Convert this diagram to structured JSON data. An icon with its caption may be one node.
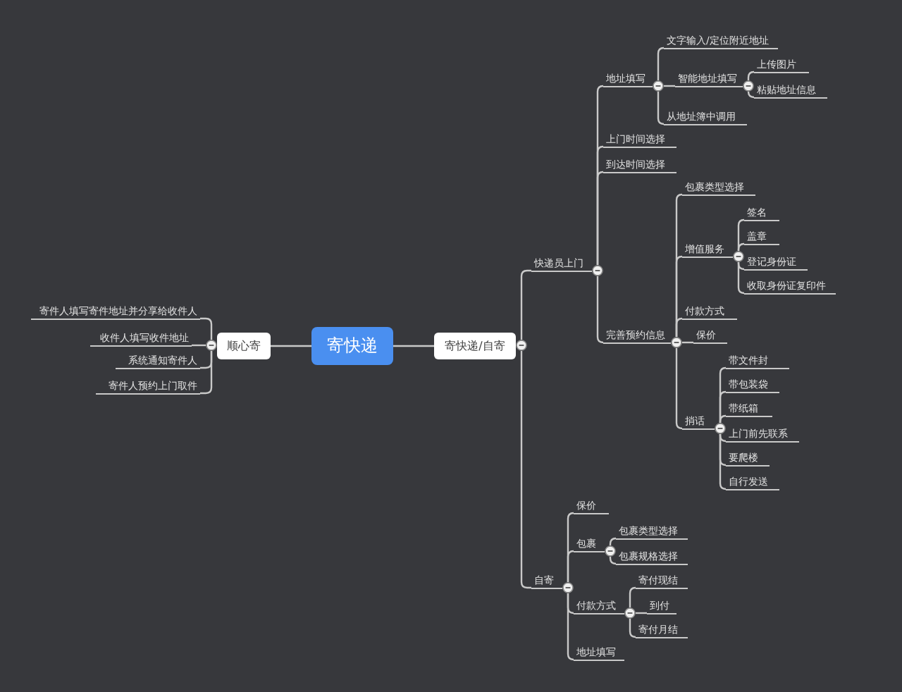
{
  "diagram": {
    "nodes": [
      {
        "text": [
          "寄快递"
        ]
      },
      {
        "text": [
          "顺心寄"
        ]
      },
      {
        "text": [
          "寄件人填写寄件地址并分享给收件人"
        ]
      },
      {
        "text": [
          "收件人填写收件地址"
        ]
      },
      {
        "text": [
          "系统通知寄件人"
        ]
      },
      {
        "text": [
          "寄件人预约上门取件"
        ]
      },
      {
        "text": [
          "寄快递/自寄"
        ]
      },
      {
        "text": [
          "快递员上门"
        ]
      },
      {
        "text": [
          "地址填写"
        ]
      },
      {
        "text": [
          "文字输入/定位附近地址"
        ]
      },
      {
        "text": [
          "智能地址填写"
        ]
      },
      {
        "text": [
          "上传图片"
        ]
      },
      {
        "text": [
          "粘贴地址信息"
        ]
      },
      {
        "text": [
          "从地址簿中调用"
        ]
      },
      {
        "text": [
          "上门时间选择"
        ]
      },
      {
        "text": [
          "到达时间选择"
        ]
      },
      {
        "text": [
          "完善预约信息"
        ]
      },
      {
        "text": [
          "包裹类型选择"
        ]
      },
      {
        "text": [
          "增值服务"
        ]
      },
      {
        "text": [
          "签名"
        ]
      },
      {
        "text": [
          "盖章"
        ]
      },
      {
        "text": [
          "登记身份证"
        ]
      },
      {
        "text": [
          "收取身份证复印件"
        ]
      },
      {
        "text": [
          "付款方式"
        ]
      },
      {
        "text": [
          "保价"
        ]
      },
      {
        "text": [
          "捎话"
        ]
      },
      {
        "text": [
          "带文件封"
        ]
      },
      {
        "text": [
          "带包装袋"
        ]
      },
      {
        "text": [
          "带纸箱"
        ]
      },
      {
        "text": [
          "上门前先联系"
        ]
      },
      {
        "text": [
          "要爬楼"
        ]
      },
      {
        "text": [
          "自行发送"
        ]
      },
      {
        "text": [
          "自寄"
        ]
      },
      {
        "text": [
          "保价"
        ]
      },
      {
        "text": [
          "包裹"
        ]
      },
      {
        "text": [
          "包裹类型选择"
        ]
      },
      {
        "text": [
          "包裹规格选择"
        ]
      },
      {
        "text": [
          "付款方式"
        ]
      },
      {
        "text": [
          "寄付现结"
        ]
      },
      {
        "text": [
          "到付"
        ]
      },
      {
        "text": [
          "寄付月结"
        ]
      },
      {
        "text": [
          "地址填写"
        ]
      }
    ],
    "edges": [
      {
        "from": 0,
        "to": 1,
        "arrow": "none"
      },
      {
        "from": 1,
        "to": 2,
        "arrow": "none"
      },
      {
        "from": 1,
        "to": 3,
        "arrow": "none"
      },
      {
        "from": 1,
        "to": 4,
        "arrow": "none"
      },
      {
        "from": 1,
        "to": 5,
        "arrow": "none"
      },
      {
        "from": 0,
        "to": 6,
        "arrow": "none"
      },
      {
        "from": 6,
        "to": 7,
        "arrow": "none"
      },
      {
        "from": 7,
        "to": 8,
        "arrow": "none"
      },
      {
        "from": 8,
        "to": 9,
        "arrow": "none"
      },
      {
        "from": 8,
        "to": 10,
        "arrow": "none"
      },
      {
        "from": 10,
        "to": 11,
        "arrow": "none"
      },
      {
        "from": 10,
        "to": 12,
        "arrow": "none"
      },
      {
        "from": 8,
        "to": 13,
        "arrow": "none"
      },
      {
        "from": 7,
        "to": 14,
        "arrow": "none"
      },
      {
        "from": 7,
        "to": 15,
        "arrow": "none"
      },
      {
        "from": 7,
        "to": 16,
        "arrow": "none"
      },
      {
        "from": 16,
        "to": 17,
        "arrow": "none"
      },
      {
        "from": 16,
        "to": 18,
        "arrow": "none"
      },
      {
        "from": 18,
        "to": 19,
        "arrow": "none"
      },
      {
        "from": 18,
        "to": 20,
        "arrow": "none"
      },
      {
        "from": 18,
        "to": 21,
        "arrow": "none"
      },
      {
        "from": 18,
        "to": 22,
        "arrow": "none"
      },
      {
        "from": 16,
        "to": 23,
        "arrow": "none"
      },
      {
        "from": 16,
        "to": 24,
        "arrow": "none"
      },
      {
        "from": 16,
        "to": 25,
        "arrow": "none"
      },
      {
        "from": 25,
        "to": 26,
        "arrow": "none"
      },
      {
        "from": 25,
        "to": 27,
        "arrow": "none"
      },
      {
        "from": 25,
        "to": 28,
        "arrow": "none"
      },
      {
        "from": 25,
        "to": 29,
        "arrow": "none"
      },
      {
        "from": 25,
        "to": 30,
        "arrow": "none"
      },
      {
        "from": 25,
        "to": 31,
        "arrow": "none"
      },
      {
        "from": 6,
        "to": 32,
        "arrow": "none"
      },
      {
        "from": 32,
        "to": 33,
        "arrow": "none"
      },
      {
        "from": 32,
        "to": 34,
        "arrow": "none"
      },
      {
        "from": 34,
        "to": 35,
        "arrow": "none"
      },
      {
        "from": 34,
        "to": 36,
        "arrow": "none"
      },
      {
        "from": 32,
        "to": 37,
        "arrow": "none"
      },
      {
        "from": 37,
        "to": 38,
        "arrow": "none"
      },
      {
        "from": 37,
        "to": 39,
        "arrow": "none"
      },
      {
        "from": 37,
        "to": 40,
        "arrow": "none"
      },
      {
        "from": 32,
        "to": 41,
        "arrow": "none"
      }
    ]
  }
}
